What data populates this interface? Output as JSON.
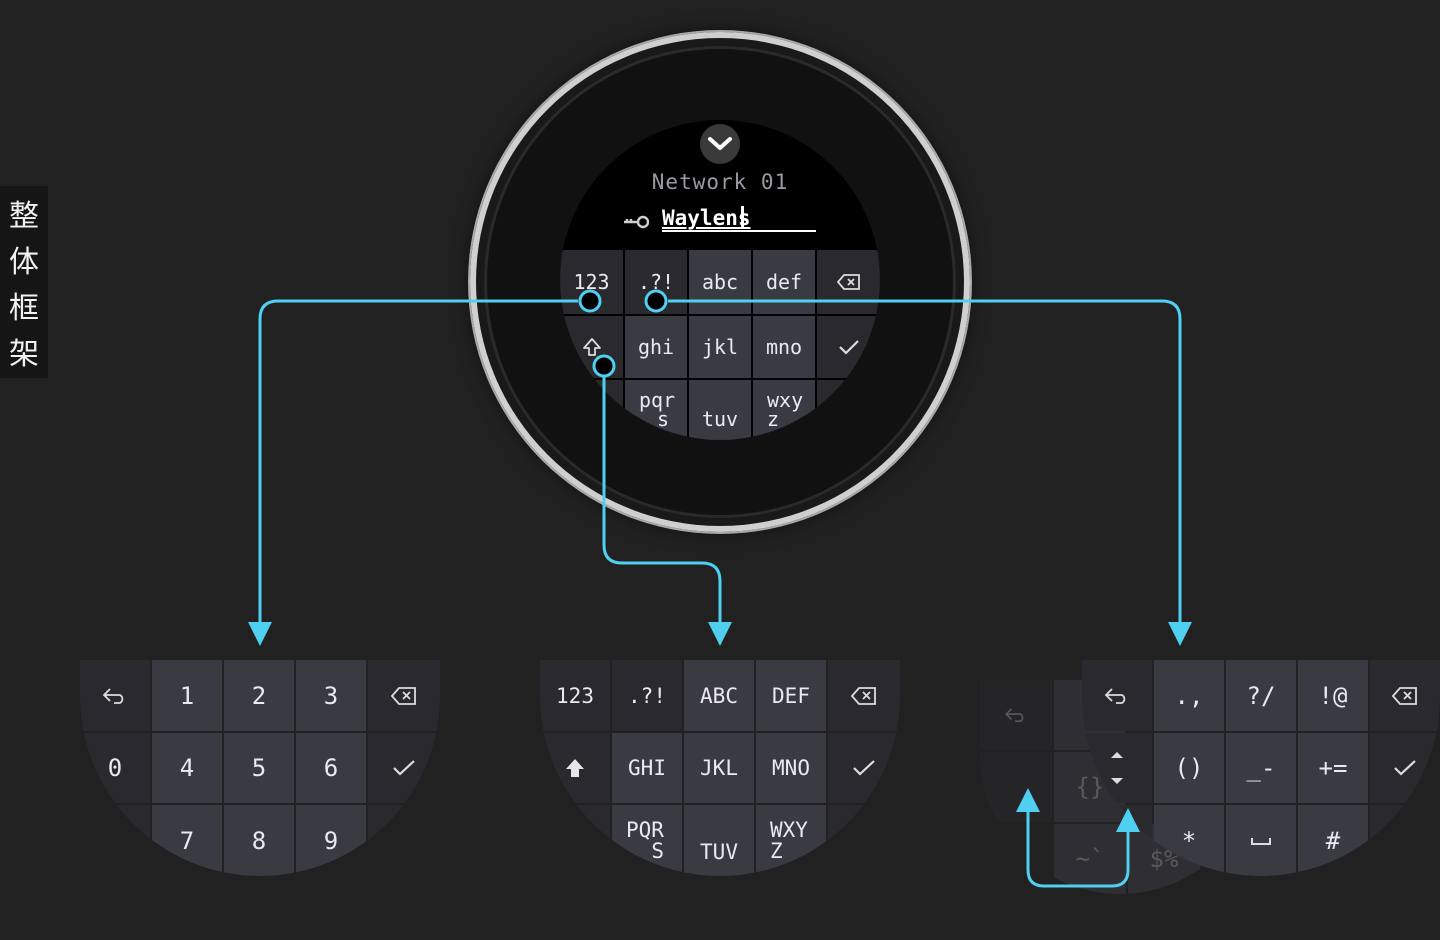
{
  "side_tab": {
    "chars": [
      "整",
      "体",
      "框",
      "架"
    ]
  },
  "colors": {
    "accent": "#4fd0f0",
    "background": "#212121",
    "key_dark": "#2a2a2e",
    "key_light": "#3a3a42"
  },
  "watch": {
    "network_title": "Network 01",
    "input_value": "Waylens",
    "field_icon": "key-icon",
    "collapse_icon": "chevron-down-icon",
    "keys_row1": [
      "123",
      ".?!",
      "abc",
      "def"
    ],
    "keys_row2": [
      "ghi",
      "jkl",
      "mno"
    ],
    "keys_row3": [
      {
        "l1": "pqr",
        "l2": "s"
      },
      {
        "l1": "tuv",
        "l2": ""
      },
      {
        "l1": "wxy",
        "l2": "z"
      }
    ]
  },
  "numeric_panel": {
    "row1": [
      "1",
      "2",
      "3"
    ],
    "row2_zero": "0",
    "row2": [
      "4",
      "5",
      "6"
    ],
    "row3": [
      "7",
      "8",
      "9"
    ]
  },
  "upper_panel": {
    "row1": [
      "123",
      ".?!",
      "ABC",
      "DEF"
    ],
    "row2": [
      "GHI",
      "JKL",
      "MNO"
    ],
    "row3": [
      {
        "l1": "PQR",
        "l2": "S"
      },
      {
        "l1": "TUV",
        "l2": ""
      },
      {
        "l1": "WXY",
        "l2": "Z"
      }
    ]
  },
  "symbol_panel": {
    "row1": [
      ".,",
      "?/",
      "!@"
    ],
    "row2": [
      "()",
      "_-",
      "+="
    ],
    "row3": [
      "*",
      "#"
    ],
    "ghost_keys": [
      "{}",
      "~`",
      "$%",
      ":"
    ]
  }
}
